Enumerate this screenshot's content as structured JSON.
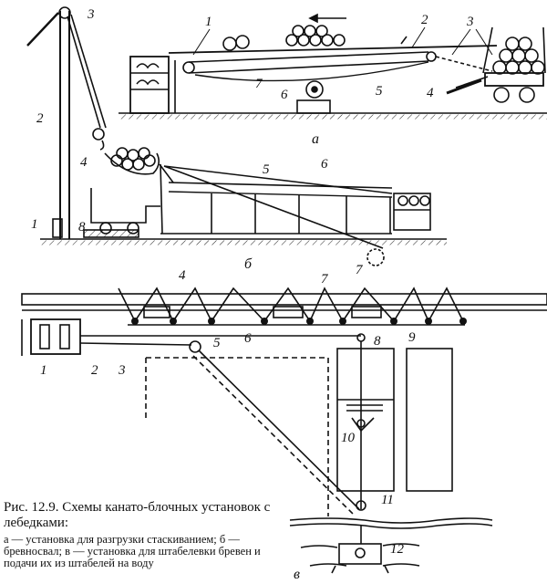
{
  "figure": {
    "panel_a": {
      "sub_label": "а",
      "callouts": [
        "1",
        "2",
        "3",
        "4",
        "5",
        "6",
        "7"
      ]
    },
    "panel_b": {
      "sub_label": "б",
      "callouts": [
        "1",
        "2",
        "3",
        "4",
        "5",
        "6",
        "7",
        "8"
      ]
    },
    "panel_c": {
      "sub_label": "в",
      "callouts": [
        "1",
        "2",
        "3",
        "4",
        "5",
        "6",
        "7",
        "8",
        "9",
        "10",
        "11",
        "12"
      ]
    }
  },
  "caption": {
    "title": "Рис. 12.9. Схемы канато-блочных установок с лебедками:",
    "body": "а — установка для разгрузки стаскиванием; б — бревносвал; в — установка для штабелевки бревен и подачи их из штабелей на воду"
  }
}
